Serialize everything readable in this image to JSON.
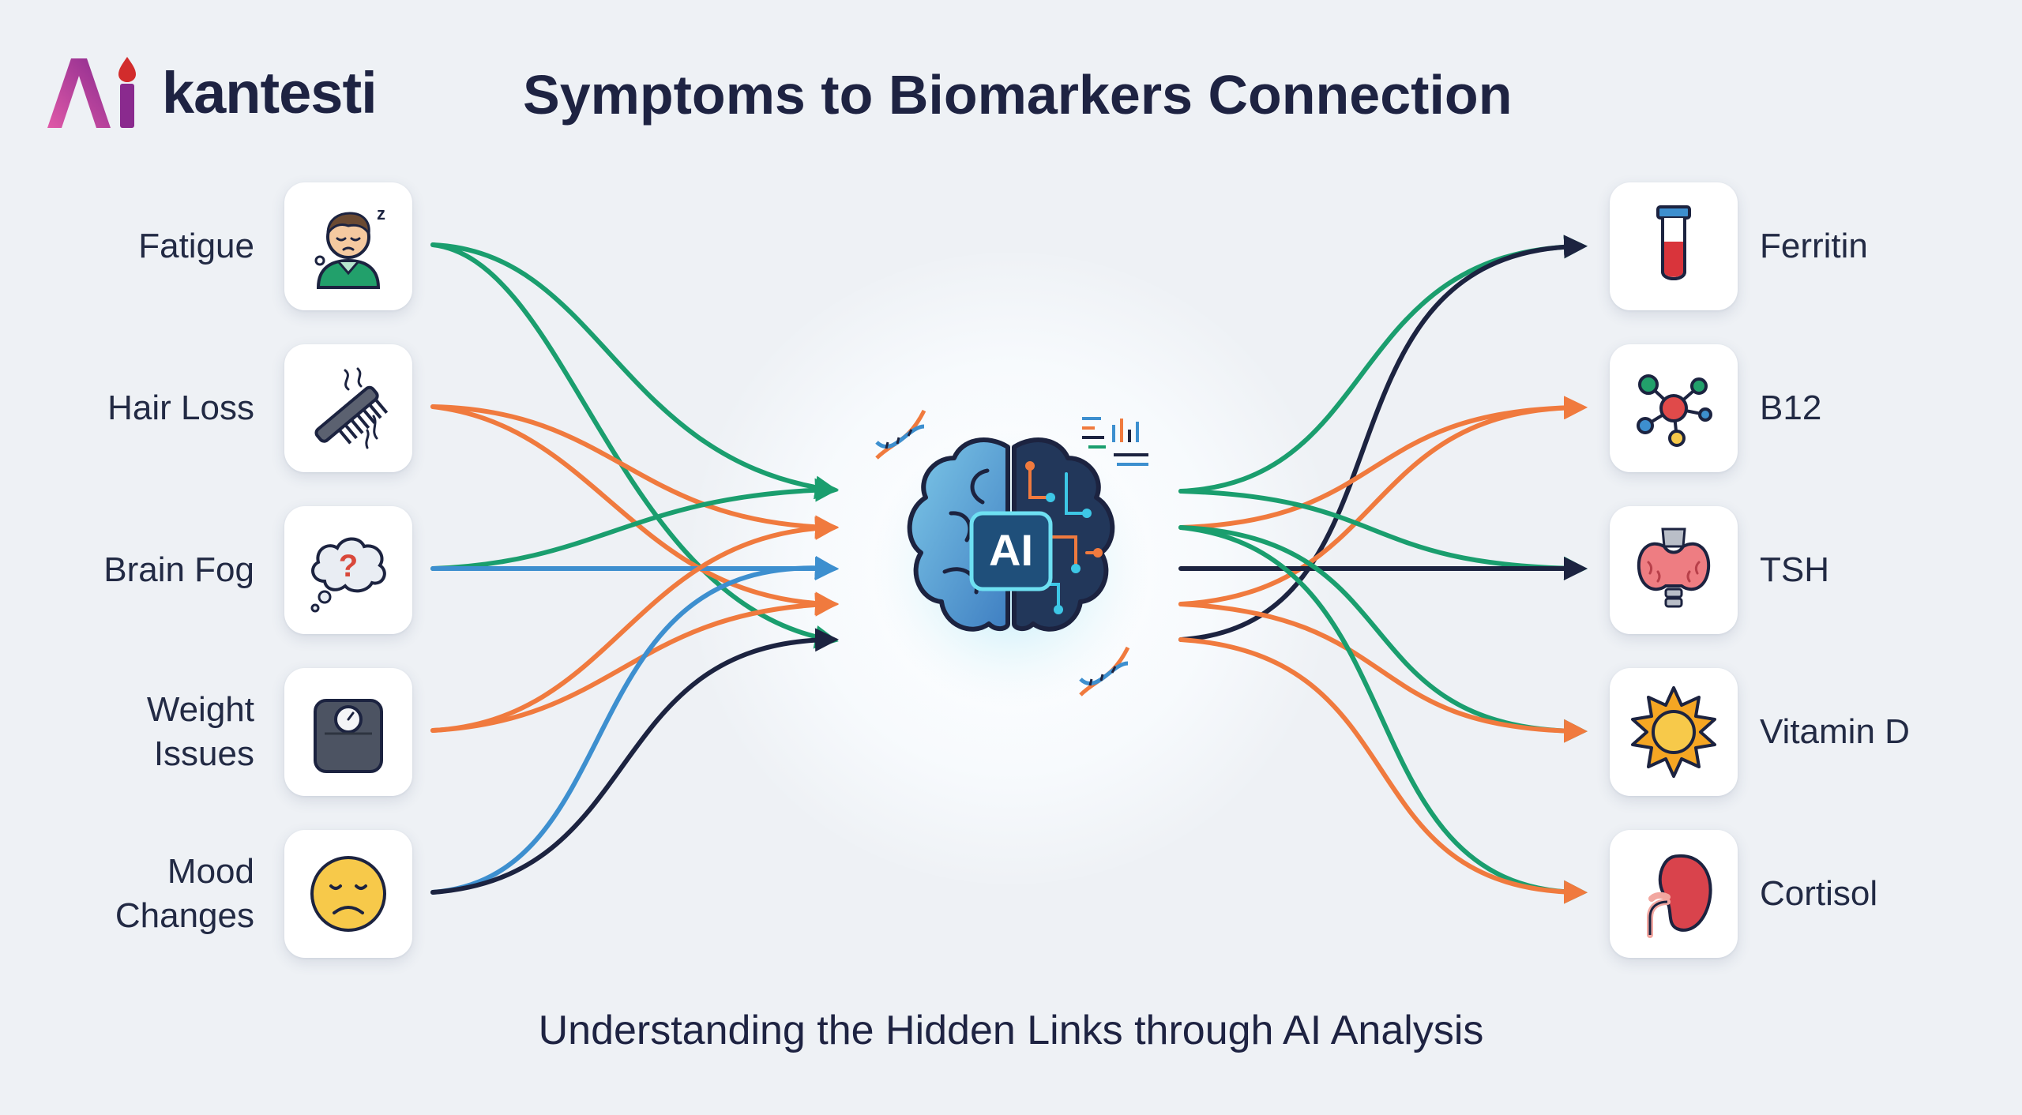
{
  "brand": {
    "name": "kantesti"
  },
  "title": "Symptoms to Biomarkers Connection",
  "subtitle": "Understanding the Hidden Links through AI Analysis",
  "center": {
    "label": "AI"
  },
  "symptoms": [
    {
      "label": "Fatigue",
      "icon": "tired-person-icon"
    },
    {
      "label": "Hair Loss",
      "icon": "comb-icon"
    },
    {
      "label": "Brain Fog",
      "icon": "thought-cloud-icon"
    },
    {
      "label": "Weight Issues",
      "line1": "Weight",
      "line2": "Issues",
      "icon": "scale-icon"
    },
    {
      "label": "Mood Changes",
      "line1": "Mood",
      "line2": "Changes",
      "icon": "sad-face-icon"
    }
  ],
  "biomarkers": [
    {
      "label": "Ferritin",
      "icon": "test-tube-icon"
    },
    {
      "label": "B12",
      "icon": "molecule-icon"
    },
    {
      "label": "TSH",
      "icon": "thyroid-icon"
    },
    {
      "label": "Vitamin D",
      "icon": "sun-icon"
    },
    {
      "label": "Cortisol",
      "icon": "kidney-icon"
    }
  ],
  "colors": {
    "green": "#1a9e6e",
    "orange": "#f07a3e",
    "blue": "#3d8fcf",
    "navy": "#1c2340",
    "brand_magenta": "#c2359b",
    "brand_pink": "#e05aa8"
  }
}
